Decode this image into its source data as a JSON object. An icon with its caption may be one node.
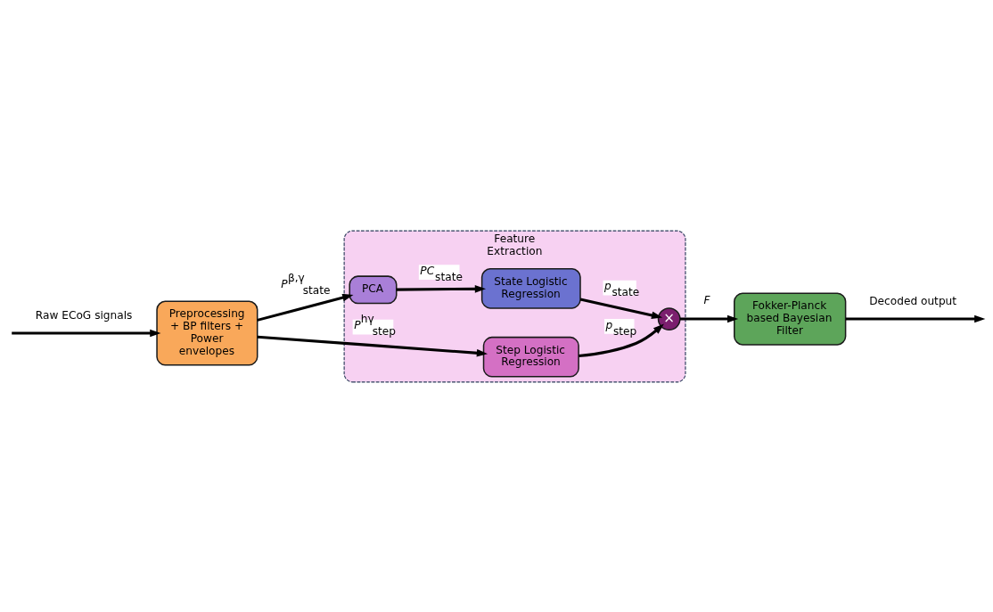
{
  "diagram": {
    "nodes": [
      {
        "text": [
          "Feature Extraction"
        ]
      },
      {
        "text": [
          "Preprocessing + BP filters + Power envelopes"
        ]
      },
      {
        "text": [
          "PCA"
        ],
        "in": 0
      },
      {
        "text": [
          "State Logistic Regression"
        ],
        "in": 0
      },
      {
        "text": [
          "Step Logistic Regression"
        ],
        "in": 0
      },
      {
        "text": [
          "×"
        ],
        "in": 0
      },
      {
        "text": [
          "Fokker-Planck based Bayesian Filter"
        ]
      }
    ],
    "edges": [
      {
        "from": null,
        "to": 1,
        "arrow": "to",
        "label": "Raw ECoG signals"
      },
      {
        "from": 1,
        "to": 2,
        "arrow": "to",
        "label": "*P*$^{β,γ}$$_{state}$"
      },
      {
        "from": 2,
        "to": 3,
        "arrow": "to",
        "label": "*PC*$_{state}$"
      },
      {
        "from": 3,
        "to": 5,
        "arrow": "to",
        "label": "*p*$_{state}$"
      },
      {
        "from": 1,
        "to": 4,
        "arrow": "to",
        "label": "*P*$^{hγ}$$_{step}$"
      },
      {
        "from": 4,
        "to": 5,
        "arrow": "to",
        "label": "*p*$_{step}$"
      },
      {
        "from": 5,
        "to": 6,
        "arrow": "to",
        "label": "*F*"
      },
      {
        "from": 6,
        "to": null,
        "arrow": "to",
        "label": "Decoded output"
      }
    ]
  }
}
